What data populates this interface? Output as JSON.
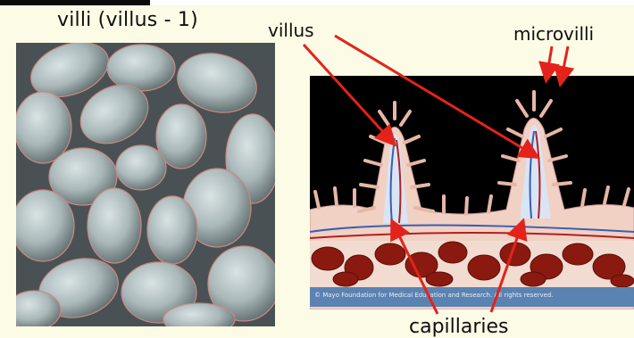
{
  "title": "villi (villus - 1)",
  "labels": {
    "villus": "villus",
    "microvilli": "microvilli",
    "capillaries": "capillaries"
  },
  "copyright": "© Mayo Foundation for Medical Education and Research.  All rights reserved.",
  "colors": {
    "background": "#fbfbe6",
    "arrow": "#e3231b",
    "diagram_background": "#000000",
    "muscle": "#8a1a10",
    "stripe": "#5b83b2"
  }
}
